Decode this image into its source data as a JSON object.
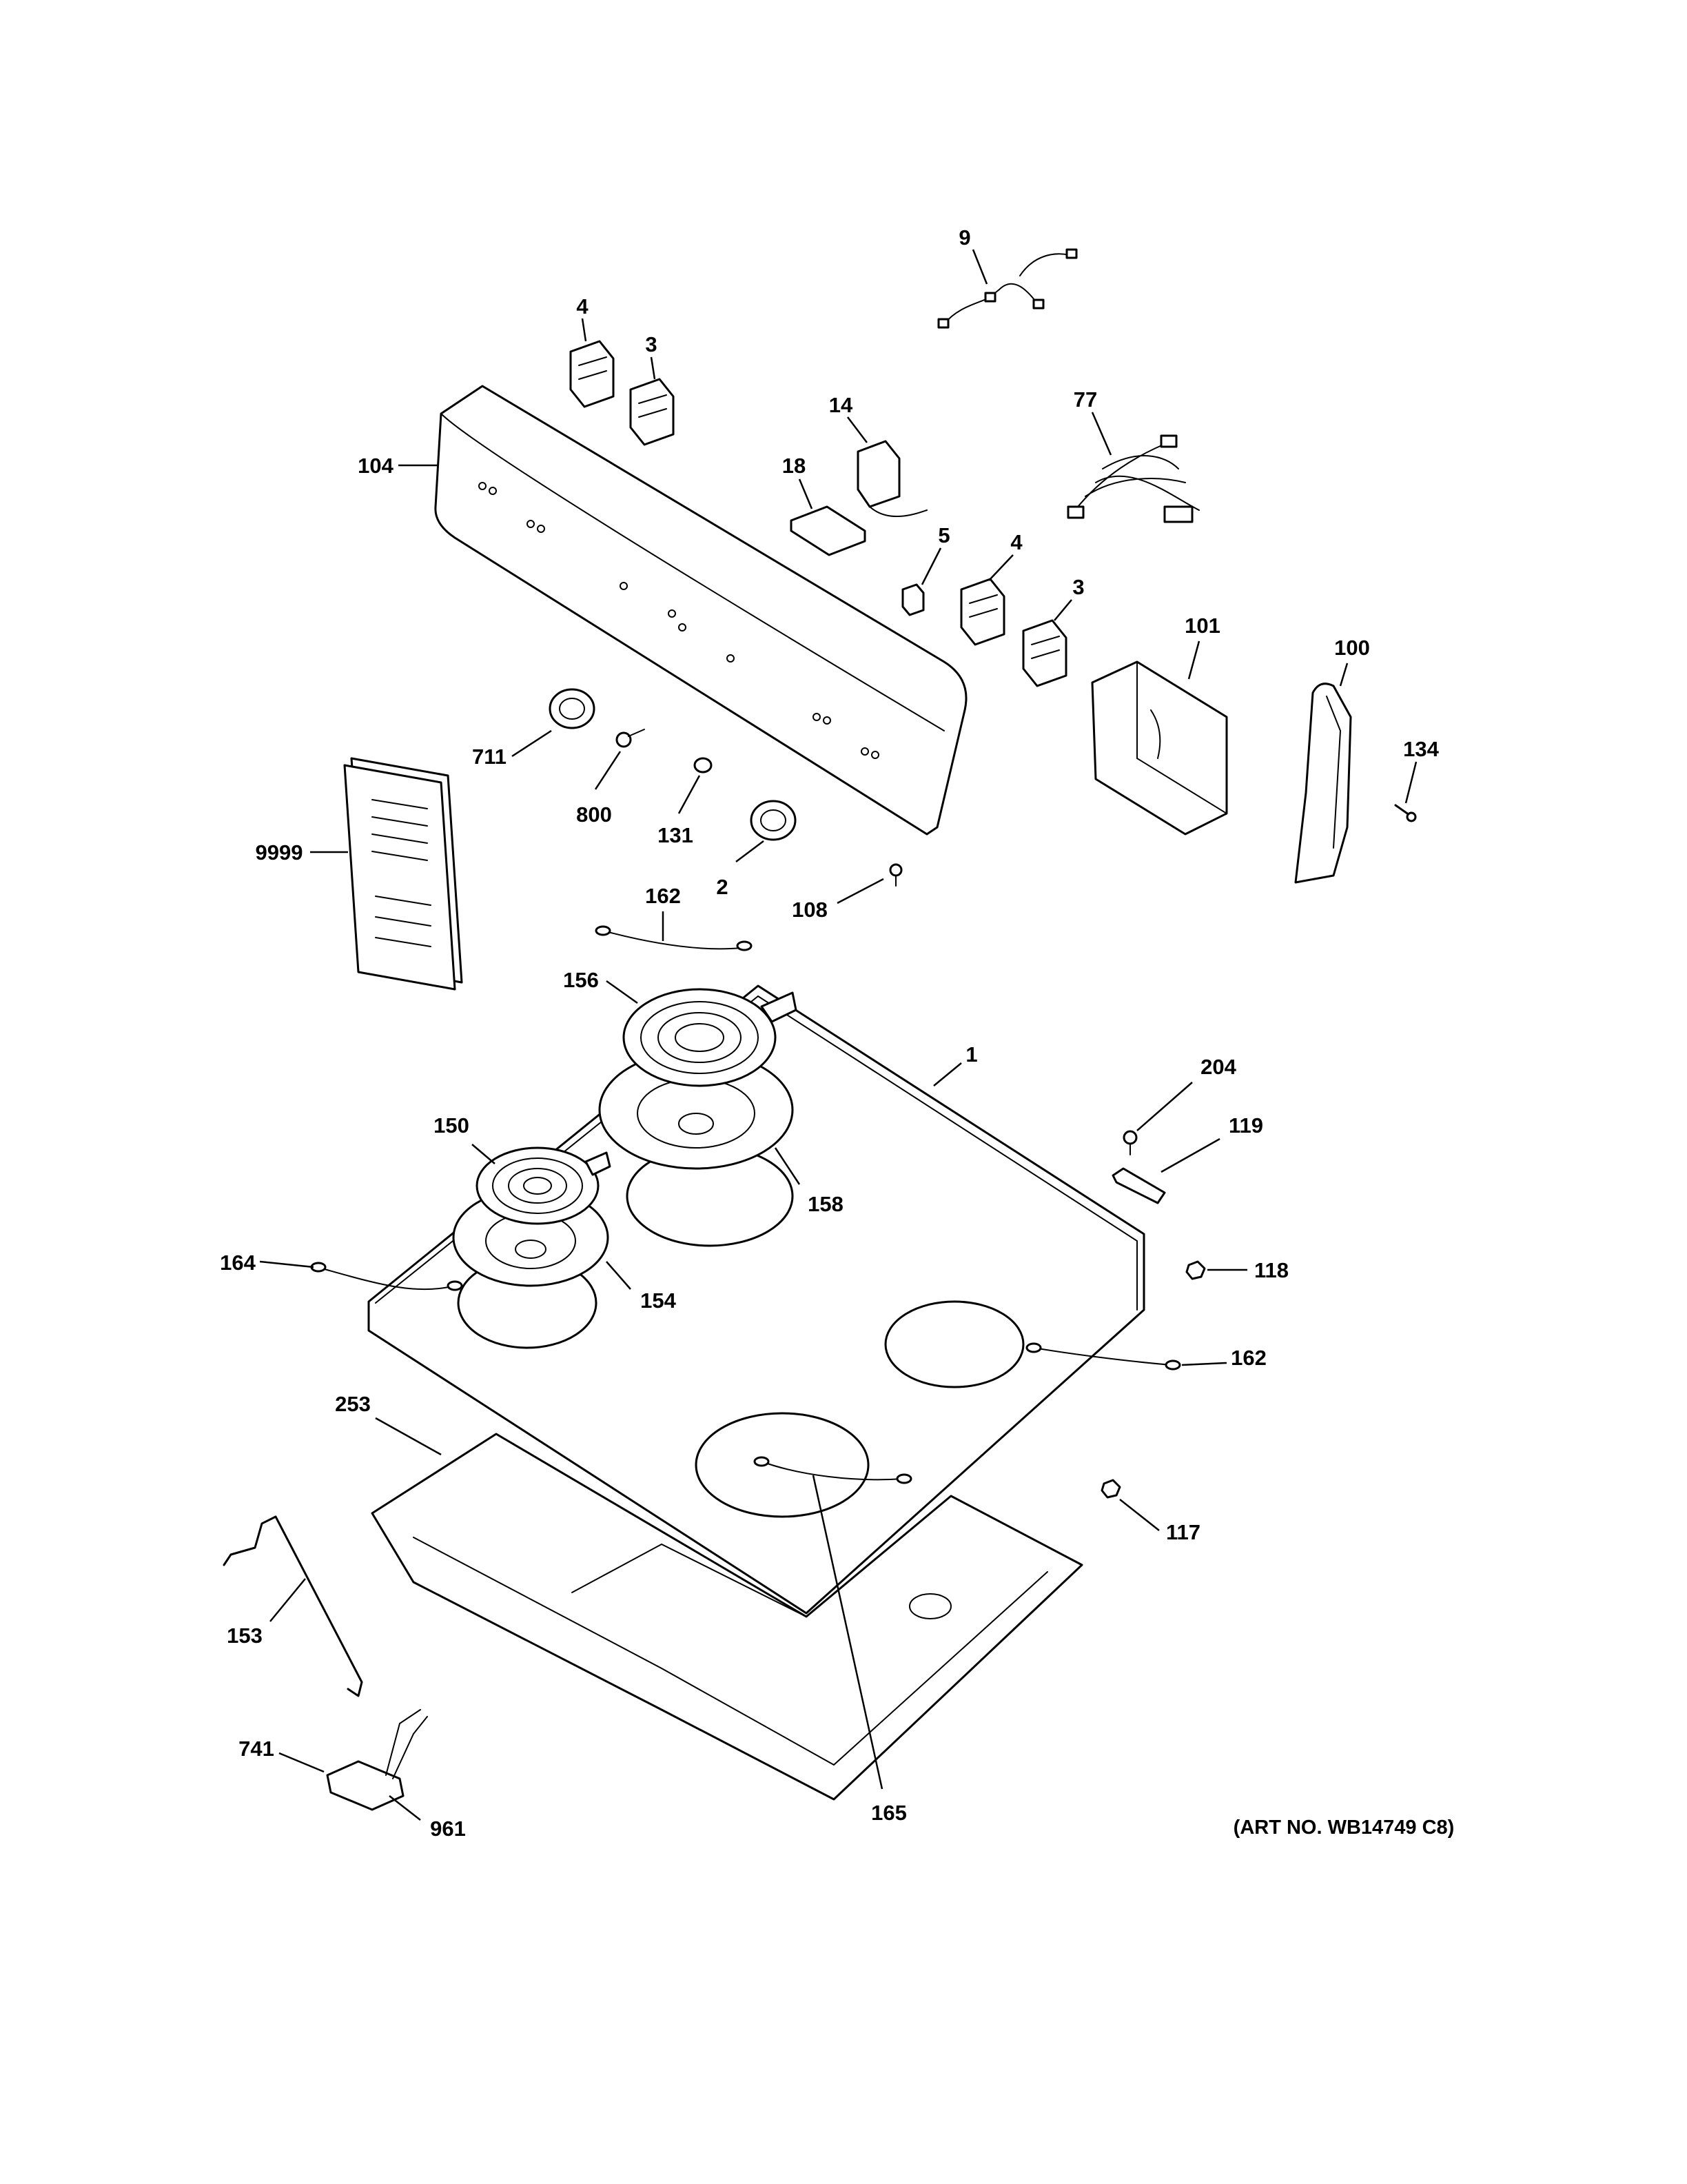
{
  "diagram": {
    "art_number": "(ART NO. WB14749 C8)",
    "callouts": [
      {
        "id": "c-9",
        "label": "9"
      },
      {
        "id": "c-4a",
        "label": "4"
      },
      {
        "id": "c-3a",
        "label": "3"
      },
      {
        "id": "c-14",
        "label": "14"
      },
      {
        "id": "c-77",
        "label": "77"
      },
      {
        "id": "c-104",
        "label": "104"
      },
      {
        "id": "c-18",
        "label": "18"
      },
      {
        "id": "c-5",
        "label": "5"
      },
      {
        "id": "c-4b",
        "label": "4"
      },
      {
        "id": "c-3b",
        "label": "3"
      },
      {
        "id": "c-101",
        "label": "101"
      },
      {
        "id": "c-100",
        "label": "100"
      },
      {
        "id": "c-134",
        "label": "134"
      },
      {
        "id": "c-711",
        "label": "711"
      },
      {
        "id": "c-800",
        "label": "800"
      },
      {
        "id": "c-131",
        "label": "131"
      },
      {
        "id": "c-2",
        "label": "2"
      },
      {
        "id": "c-108",
        "label": "108"
      },
      {
        "id": "c-9999",
        "label": "9999"
      },
      {
        "id": "c-162a",
        "label": "162"
      },
      {
        "id": "c-156",
        "label": "156"
      },
      {
        "id": "c-1",
        "label": "1"
      },
      {
        "id": "c-204",
        "label": "204"
      },
      {
        "id": "c-119",
        "label": "119"
      },
      {
        "id": "c-150",
        "label": "150"
      },
      {
        "id": "c-158",
        "label": "158"
      },
      {
        "id": "c-164",
        "label": "164"
      },
      {
        "id": "c-154",
        "label": "154"
      },
      {
        "id": "c-118",
        "label": "118"
      },
      {
        "id": "c-162b",
        "label": "162"
      },
      {
        "id": "c-253",
        "label": "253"
      },
      {
        "id": "c-117",
        "label": "117"
      },
      {
        "id": "c-153",
        "label": "153"
      },
      {
        "id": "c-741",
        "label": "741"
      },
      {
        "id": "c-961",
        "label": "961"
      },
      {
        "id": "c-165",
        "label": "165"
      }
    ]
  }
}
